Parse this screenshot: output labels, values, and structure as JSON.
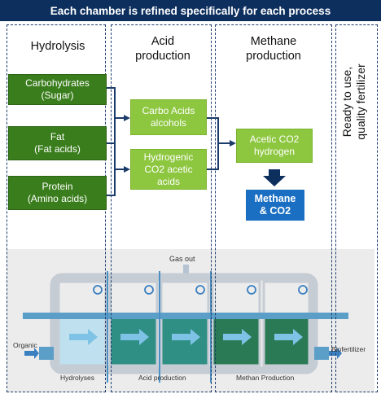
{
  "banner": {
    "text": "Each chamber is refined specifically for each process"
  },
  "columns": {
    "hydrolysis": "Hydrolysis",
    "acid": "Acid production",
    "methane": "Methane production",
    "fertilizer": "Ready to use, quality fertilizer"
  },
  "hydrolysis_boxes": [
    {
      "line1": "Carbohydrates",
      "line2": "(Sugar)"
    },
    {
      "line1": "Fat",
      "line2": "(Fat acids)"
    },
    {
      "line1": "Protein",
      "line2": "(Amino acids)"
    }
  ],
  "acid_boxes": [
    {
      "line1": "Carbo Acids",
      "line2": "alcohols"
    },
    {
      "line1": "Hydrogenic",
      "line2": "CO2 acetic",
      "line3": "acids"
    }
  ],
  "methane_box": {
    "line1": "Acetic CO2",
    "line2": "hydrogen"
  },
  "output_box": {
    "line1": "Methane",
    "line2": "& CO2"
  },
  "plant_labels": {
    "gas_out": "Gas out",
    "organic": "Organic",
    "biofertilizer": "Biofertilizer",
    "hydrolyses": "Hydrolyses",
    "acid_production": "Acid production",
    "methan_production": "Methan Production"
  },
  "colors": {
    "banner": "#0d2f5e",
    "dark_green": "#3a7d1c",
    "light_green": "#8dc63f",
    "output_blue": "#1a6fc2",
    "tank_teal": "#2f8f84"
  }
}
